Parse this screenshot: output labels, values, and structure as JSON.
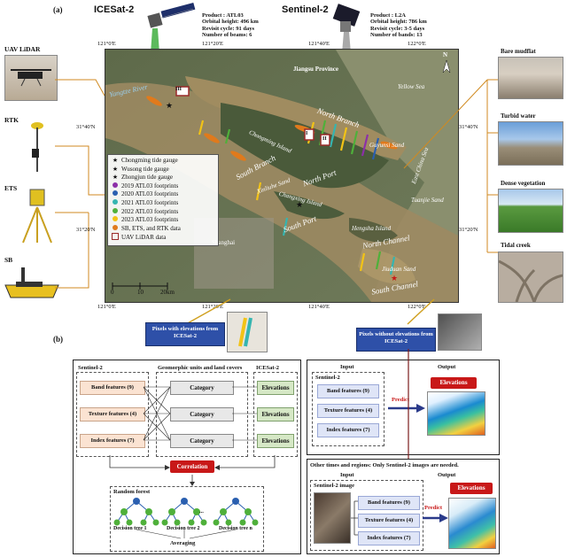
{
  "panel_a": {
    "label": "(a)",
    "icesat": {
      "title": "ICESat-2",
      "lines": [
        "Product : ATL03",
        "Orbital height: 496 km",
        "Revisit cycle: 91 days",
        "Number of beams: 6"
      ]
    },
    "sentinel": {
      "title": "Sentinel-2",
      "lines": [
        "Product : L2A",
        "Orbital height: 786 km",
        "Revisit cycle: 3-5 days",
        "Number of bands: 13"
      ]
    },
    "left_instruments": [
      "UAV LiDAR",
      "RTK",
      "ETS",
      "SB"
    ],
    "right_photos": [
      "Bare mudflat",
      "Turbid water",
      "Dense vegetation",
      "Tidal creek"
    ],
    "coords_top": [
      "121°0'E",
      "121°20'E",
      "121°40'E",
      "122°0'E"
    ],
    "coords_bottom": [
      "121°0'E",
      "121°20'E",
      "121°40'E",
      "122°0'E"
    ],
    "coords_left": [
      "31°40'N",
      "31°20'N"
    ],
    "coords_right": [
      "31°40'N",
      "31°20'N"
    ],
    "map_labels": {
      "jiangsu": "Jiangsu Province",
      "yellow_sea": "Yellow Sea",
      "east_china_sea": "East China Sea",
      "north_branch": "North Branch",
      "south_branch": "South Branch",
      "north_port": "North Port",
      "south_port": "South Port",
      "north_channel": "North Channel",
      "south_channel": "South Channel",
      "yangtze_river": "Yangtze River",
      "chongming_island": "Chongming Island",
      "changxing_island": "Changxing Island",
      "hengsha_island": "Hengsha Island",
      "shanghai": "Shanghai",
      "guyunsi_sand": "Guyunsi Sand",
      "tuanjie_sand": "Tuanjie Sand",
      "xinliuhe_sand": "Xinliuhe Sand",
      "jiuduansha": "Jiuduan Sand",
      "compass": "N",
      "roman": [
        "III",
        "I",
        "II"
      ]
    },
    "legend": [
      {
        "sym": "★",
        "text": "Chongming tide gauge"
      },
      {
        "sym": "★",
        "text": "Wusong tide gauge"
      },
      {
        "sym": "★",
        "text": "Zhongjun tide gauge"
      },
      {
        "dot": "#8c2fa8",
        "text": "2019 ATL03 footprints"
      },
      {
        "dot": "#2a5fb0",
        "text": "2020 ATL03 footprints"
      },
      {
        "dot": "#35b5b0",
        "text": "2021 ATL03 footprints"
      },
      {
        "dot": "#4fb03a",
        "text": "2022 ATL03 footprints"
      },
      {
        "dot": "#f2c316",
        "text": "2023 ATL03 footprints"
      },
      {
        "dot": "#e07a1c",
        "text": "SB, ETS, and RTK data"
      },
      {
        "sq": "#9a2a2a",
        "text": "UAV LiDAR data"
      }
    ],
    "scalebar": [
      "0",
      "10",
      "20km"
    ]
  },
  "panel_b": {
    "label": "(b)",
    "with_elev": "Pixels with elevations from ICESat-2",
    "without_elev": "Pixels without elevations from ICESat-2",
    "left": {
      "sentinel_hdr": "Sentinel-2",
      "geo_hdr": "Geomorphic units and land covers",
      "icesat_hdr": "ICESat-2",
      "features": [
        "Band features (9)",
        "Texture features (4)",
        "Index features (7)"
      ],
      "categories": [
        "Category",
        "Category",
        "Category"
      ],
      "elevations": [
        "Elevations",
        "Elevations",
        "Elevations"
      ],
      "correlation": "Correlation",
      "rf_title": "Random forest",
      "trees": [
        "Decision tree 1",
        "Decision tree 2",
        "Decision tree n"
      ],
      "dots": "...",
      "averaging": "Averaging"
    },
    "right_top": {
      "input": "Input",
      "output": "Output",
      "sentinel_hdr": "Sentinel-2",
      "features": [
        "Band features (9)",
        "Texture features (4)",
        "Index features (7)"
      ],
      "predict": "Predict",
      "elevations": "Elevations"
    },
    "right_bottom": {
      "note": "Other times and regions:  Only Sentinel-2 images are needed.",
      "input": "Input",
      "output": "Output",
      "image_hdr": "Sentinel-2 image",
      "features": [
        "Band features (9)",
        "Texture features (4)",
        "Index features (7)"
      ],
      "predict": "Predict",
      "elevations": "Elevations"
    }
  }
}
